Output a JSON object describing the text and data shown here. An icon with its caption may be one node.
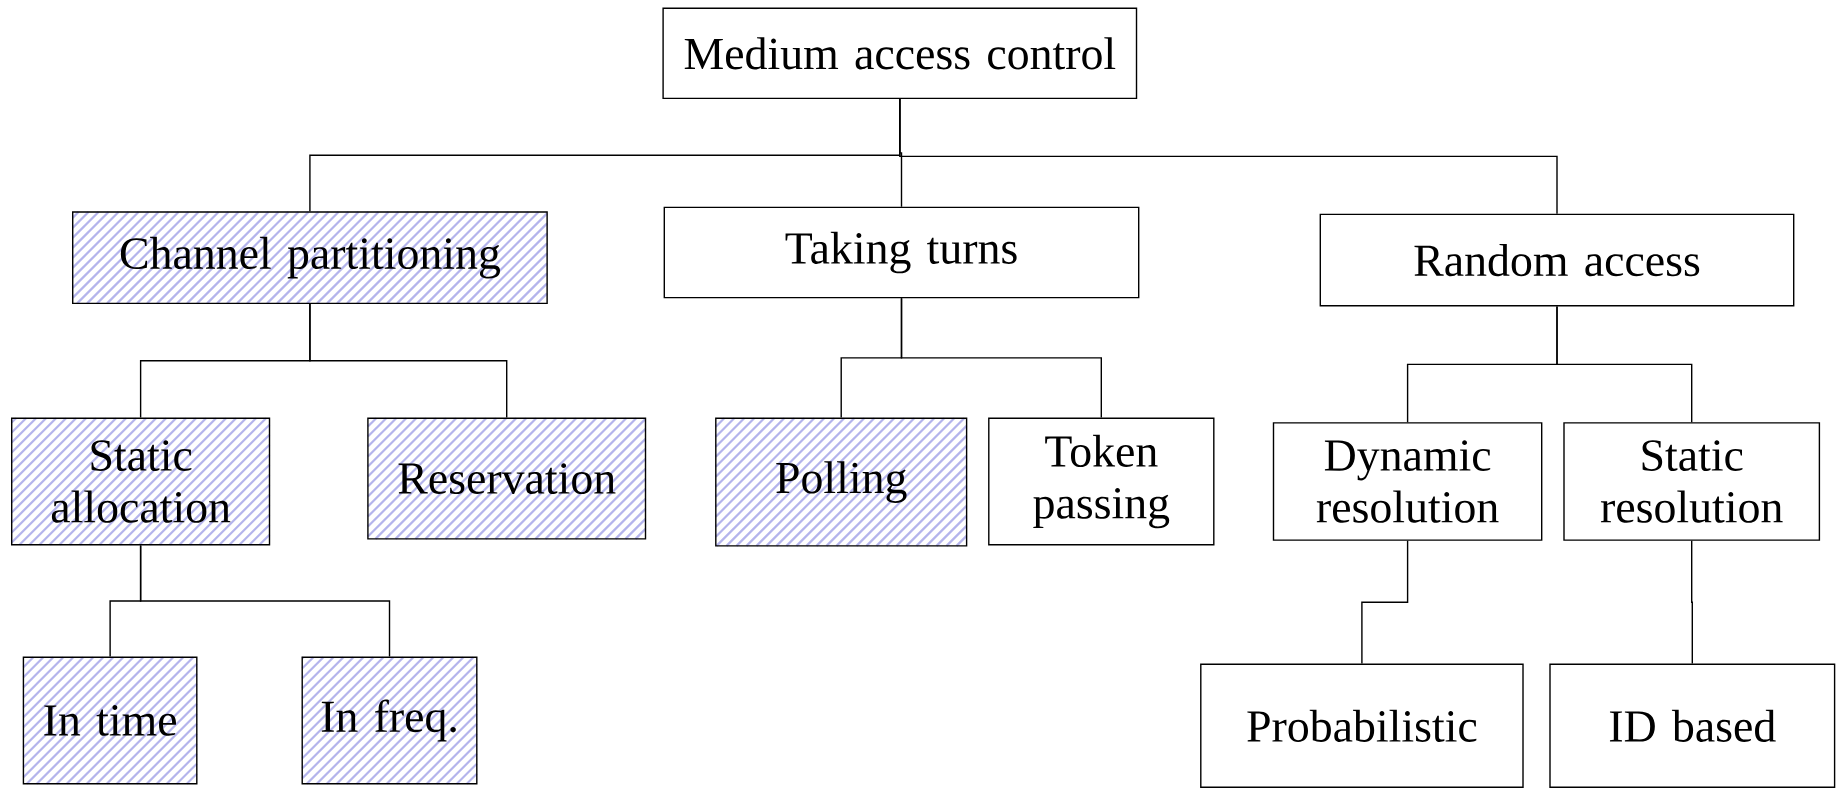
{
  "diagram": {
    "nodes": [
      {
        "text": [
          "Medium access control"
        ]
      },
      {
        "text": [
          "Channel partitioning"
        ]
      },
      {
        "text": [
          "Taking turns"
        ]
      },
      {
        "text": [
          "Random access"
        ]
      },
      {
        "text": [
          "Static allocation"
        ]
      },
      {
        "text": [
          "Reservation"
        ]
      },
      {
        "text": [
          "Polling"
        ]
      },
      {
        "text": [
          "Token passing"
        ]
      },
      {
        "text": [
          "Dynamic resolution"
        ]
      },
      {
        "text": [
          "Static resolution"
        ]
      },
      {
        "text": [
          "In time"
        ]
      },
      {
        "text": [
          "In freq."
        ]
      },
      {
        "text": [
          "Probabilistic"
        ]
      },
      {
        "text": [
          "ID based"
        ]
      }
    ],
    "edges": [
      {
        "from": 0,
        "to": 1,
        "arrow": "none"
      },
      {
        "from": 0,
        "to": 2,
        "arrow": "none"
      },
      {
        "from": 0,
        "to": 3,
        "arrow": "none"
      },
      {
        "from": 1,
        "to": 4,
        "arrow": "none"
      },
      {
        "from": 1,
        "to": 5,
        "arrow": "none"
      },
      {
        "from": 2,
        "to": 6,
        "arrow": "none"
      },
      {
        "from": 2,
        "to": 7,
        "arrow": "none"
      },
      {
        "from": 3,
        "to": 8,
        "arrow": "none"
      },
      {
        "from": 3,
        "to": 9,
        "arrow": "none"
      },
      {
        "from": 4,
        "to": 10,
        "arrow": "none"
      },
      {
        "from": 4,
        "to": 11,
        "arrow": "none"
      },
      {
        "from": 8,
        "to": 12,
        "arrow": "none"
      },
      {
        "from": 9,
        "to": 13,
        "arrow": "none"
      }
    ]
  }
}
